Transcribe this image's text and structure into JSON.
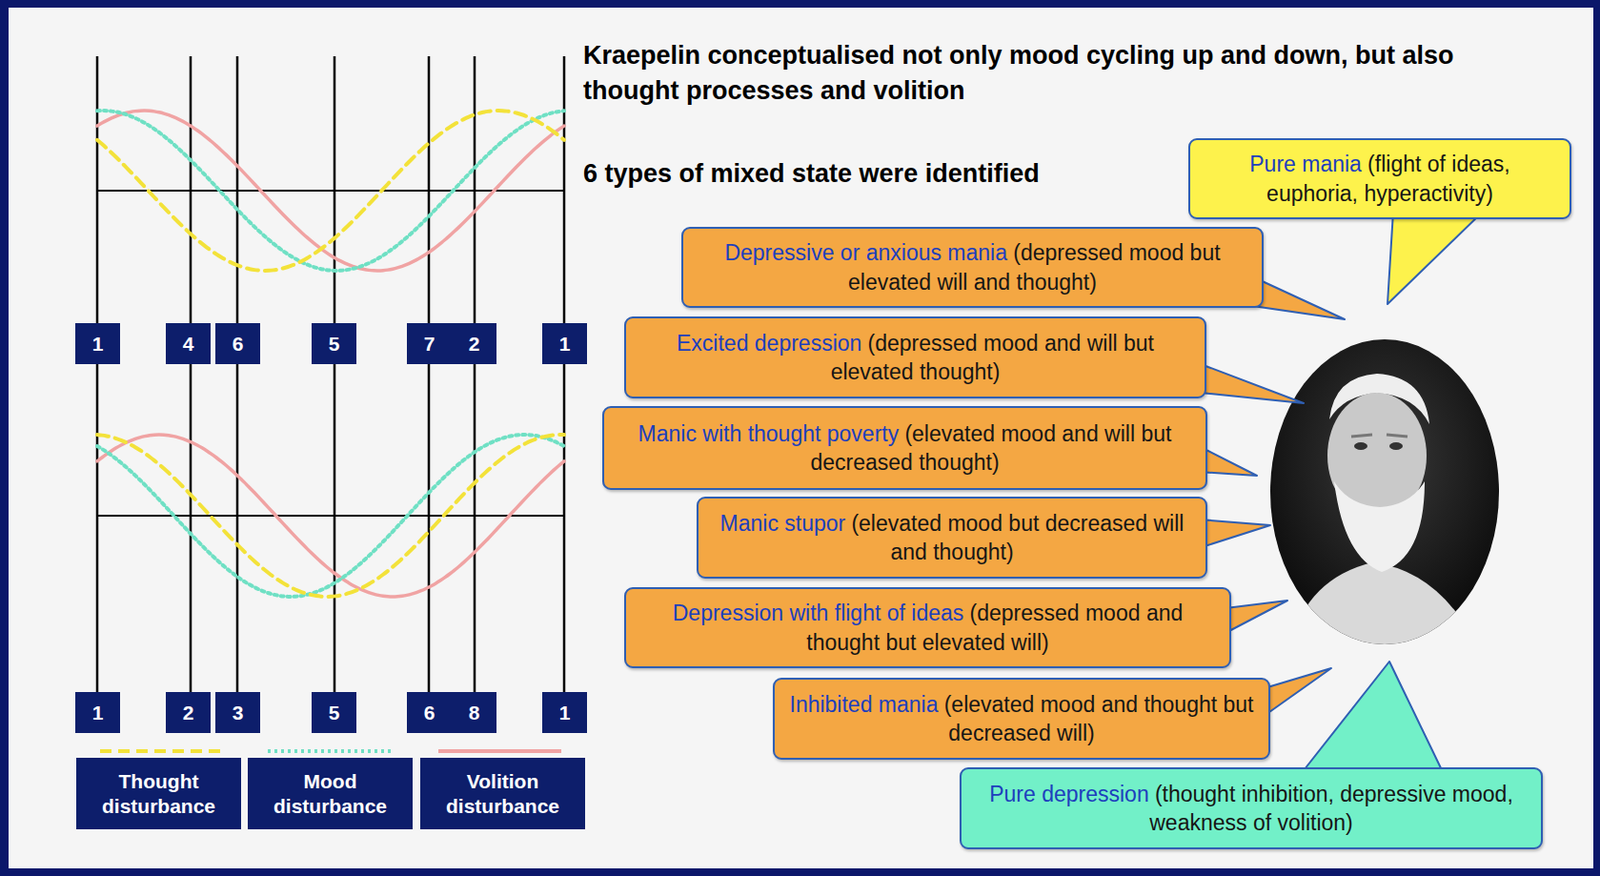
{
  "diagram": {
    "title": "Kraepelin conceptualised not only mood cycling up and down, but also thought processes and volition",
    "nodes": [
      {
        "text": [
          "Pure mania",
          "(flight of ideas, euphoria, hyperactivity)"
        ]
      },
      {
        "text": [
          "Depressive or anxious mania",
          "(depressed mood but elevated will and thought)"
        ]
      },
      {
        "text": [
          "Excited depression",
          "(depressed mood and will but elevated thought)"
        ]
      },
      {
        "text": [
          "Manic with thought poverty",
          "(elevated mood and will but decreased thought)"
        ]
      },
      {
        "text": [
          "Manic stupor",
          "(elevated mood but decreased will and thought)"
        ]
      },
      {
        "text": [
          "Depression with flight of ideas",
          "(depressed mood and thought but elevated will)"
        ]
      },
      {
        "text": [
          "Inhibited mania",
          "(elevated mood and thought but decreased will)"
        ]
      },
      {
        "text": [
          "Pure depression",
          "(thought inhibition, depressive mood, weakness of volition)"
        ]
      }
    ],
    "labels": [
      "6 types of mixed state were identified",
      "1",
      "4",
      "6",
      "5",
      "7",
      "2",
      "1",
      "1",
      "2",
      "3",
      "5",
      "6",
      "8",
      "1"
    ],
    "legend": [
      {
        "text": "Thought disturbance"
      },
      {
        "text": "Mood disturbance"
      },
      {
        "text": "Volition disturbance"
      }
    ]
  }
}
